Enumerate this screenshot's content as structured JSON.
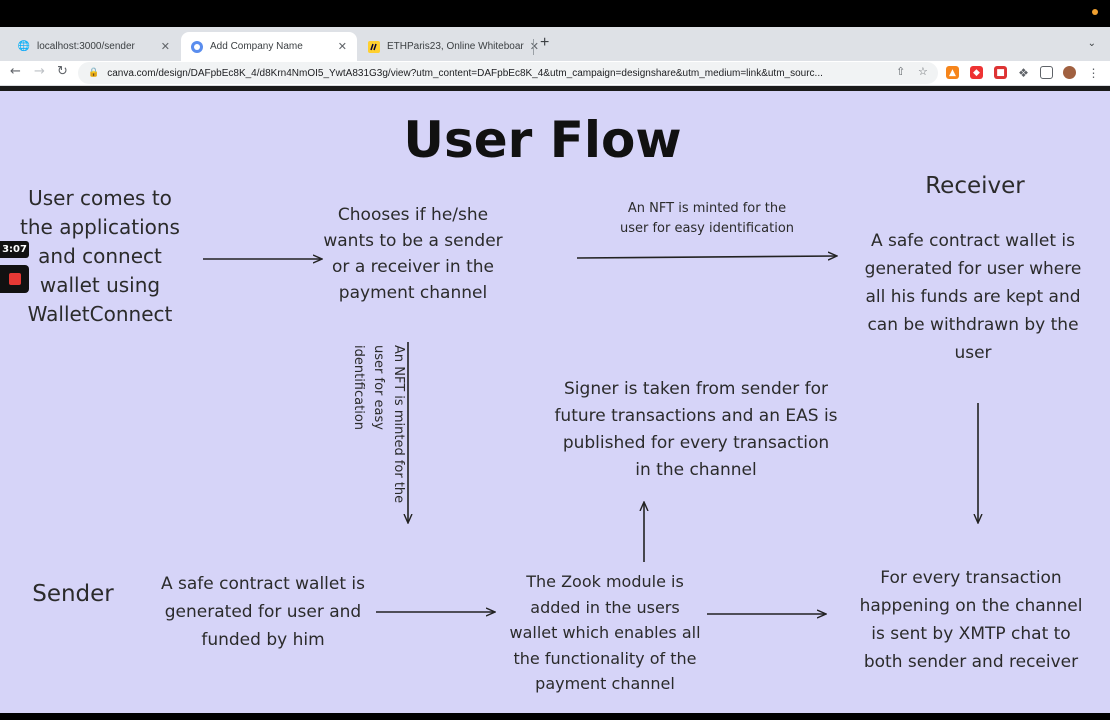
{
  "browser": {
    "tabs": [
      {
        "label": "localhost:3000/sender",
        "icon": "globe-icon",
        "active": false
      },
      {
        "label": "Add Company Name",
        "icon": "canva-icon",
        "active": true
      },
      {
        "label": "ETHParis23, Online Whiteboar",
        "icon": "miro-icon",
        "active": false
      }
    ],
    "new_tab": "+",
    "url": "canva.com/design/DAFpbEc8K_4/d8Krn4NmOI5_YwtA831G3g/view?utm_content=DAFpbEc8K_4&utm_campaign=designshare&utm_medium=link&utm_sourc..."
  },
  "recorder": {
    "time": "3:07"
  },
  "slide": {
    "title": "User Flow",
    "step_connect": "User comes to the applications and connect wallet using WalletConnect",
    "step_choose": "Chooses if he/she wants to be a sender or a receiver in the payment channel",
    "nft_note_horizontal": "An NFT is minted for the user for easy identification",
    "nft_note_vertical": "An NFT is minted for the user for easy identification",
    "receiver_label": "Receiver",
    "receiver_wallet": "A safe contract wallet is generated for user where all his funds are kept and can be withdrawn by the user",
    "signer_note": "Signer is taken from  sender for future transactions and an EAS is published for every transaction in the channel",
    "sender_label": "Sender",
    "sender_wallet": "A safe contract wallet is generated for user and funded by him",
    "zook_module": "The Zook module is added in the users wallet which enables all the functionality of the payment channel",
    "xmtp_note": "For every transaction happening on the channel is sent by XMTP chat to both sender and receiver"
  },
  "colors": {
    "slide_background": "#d6d4f8",
    "text": "#2b2b2b",
    "record_button": "#e53935"
  }
}
